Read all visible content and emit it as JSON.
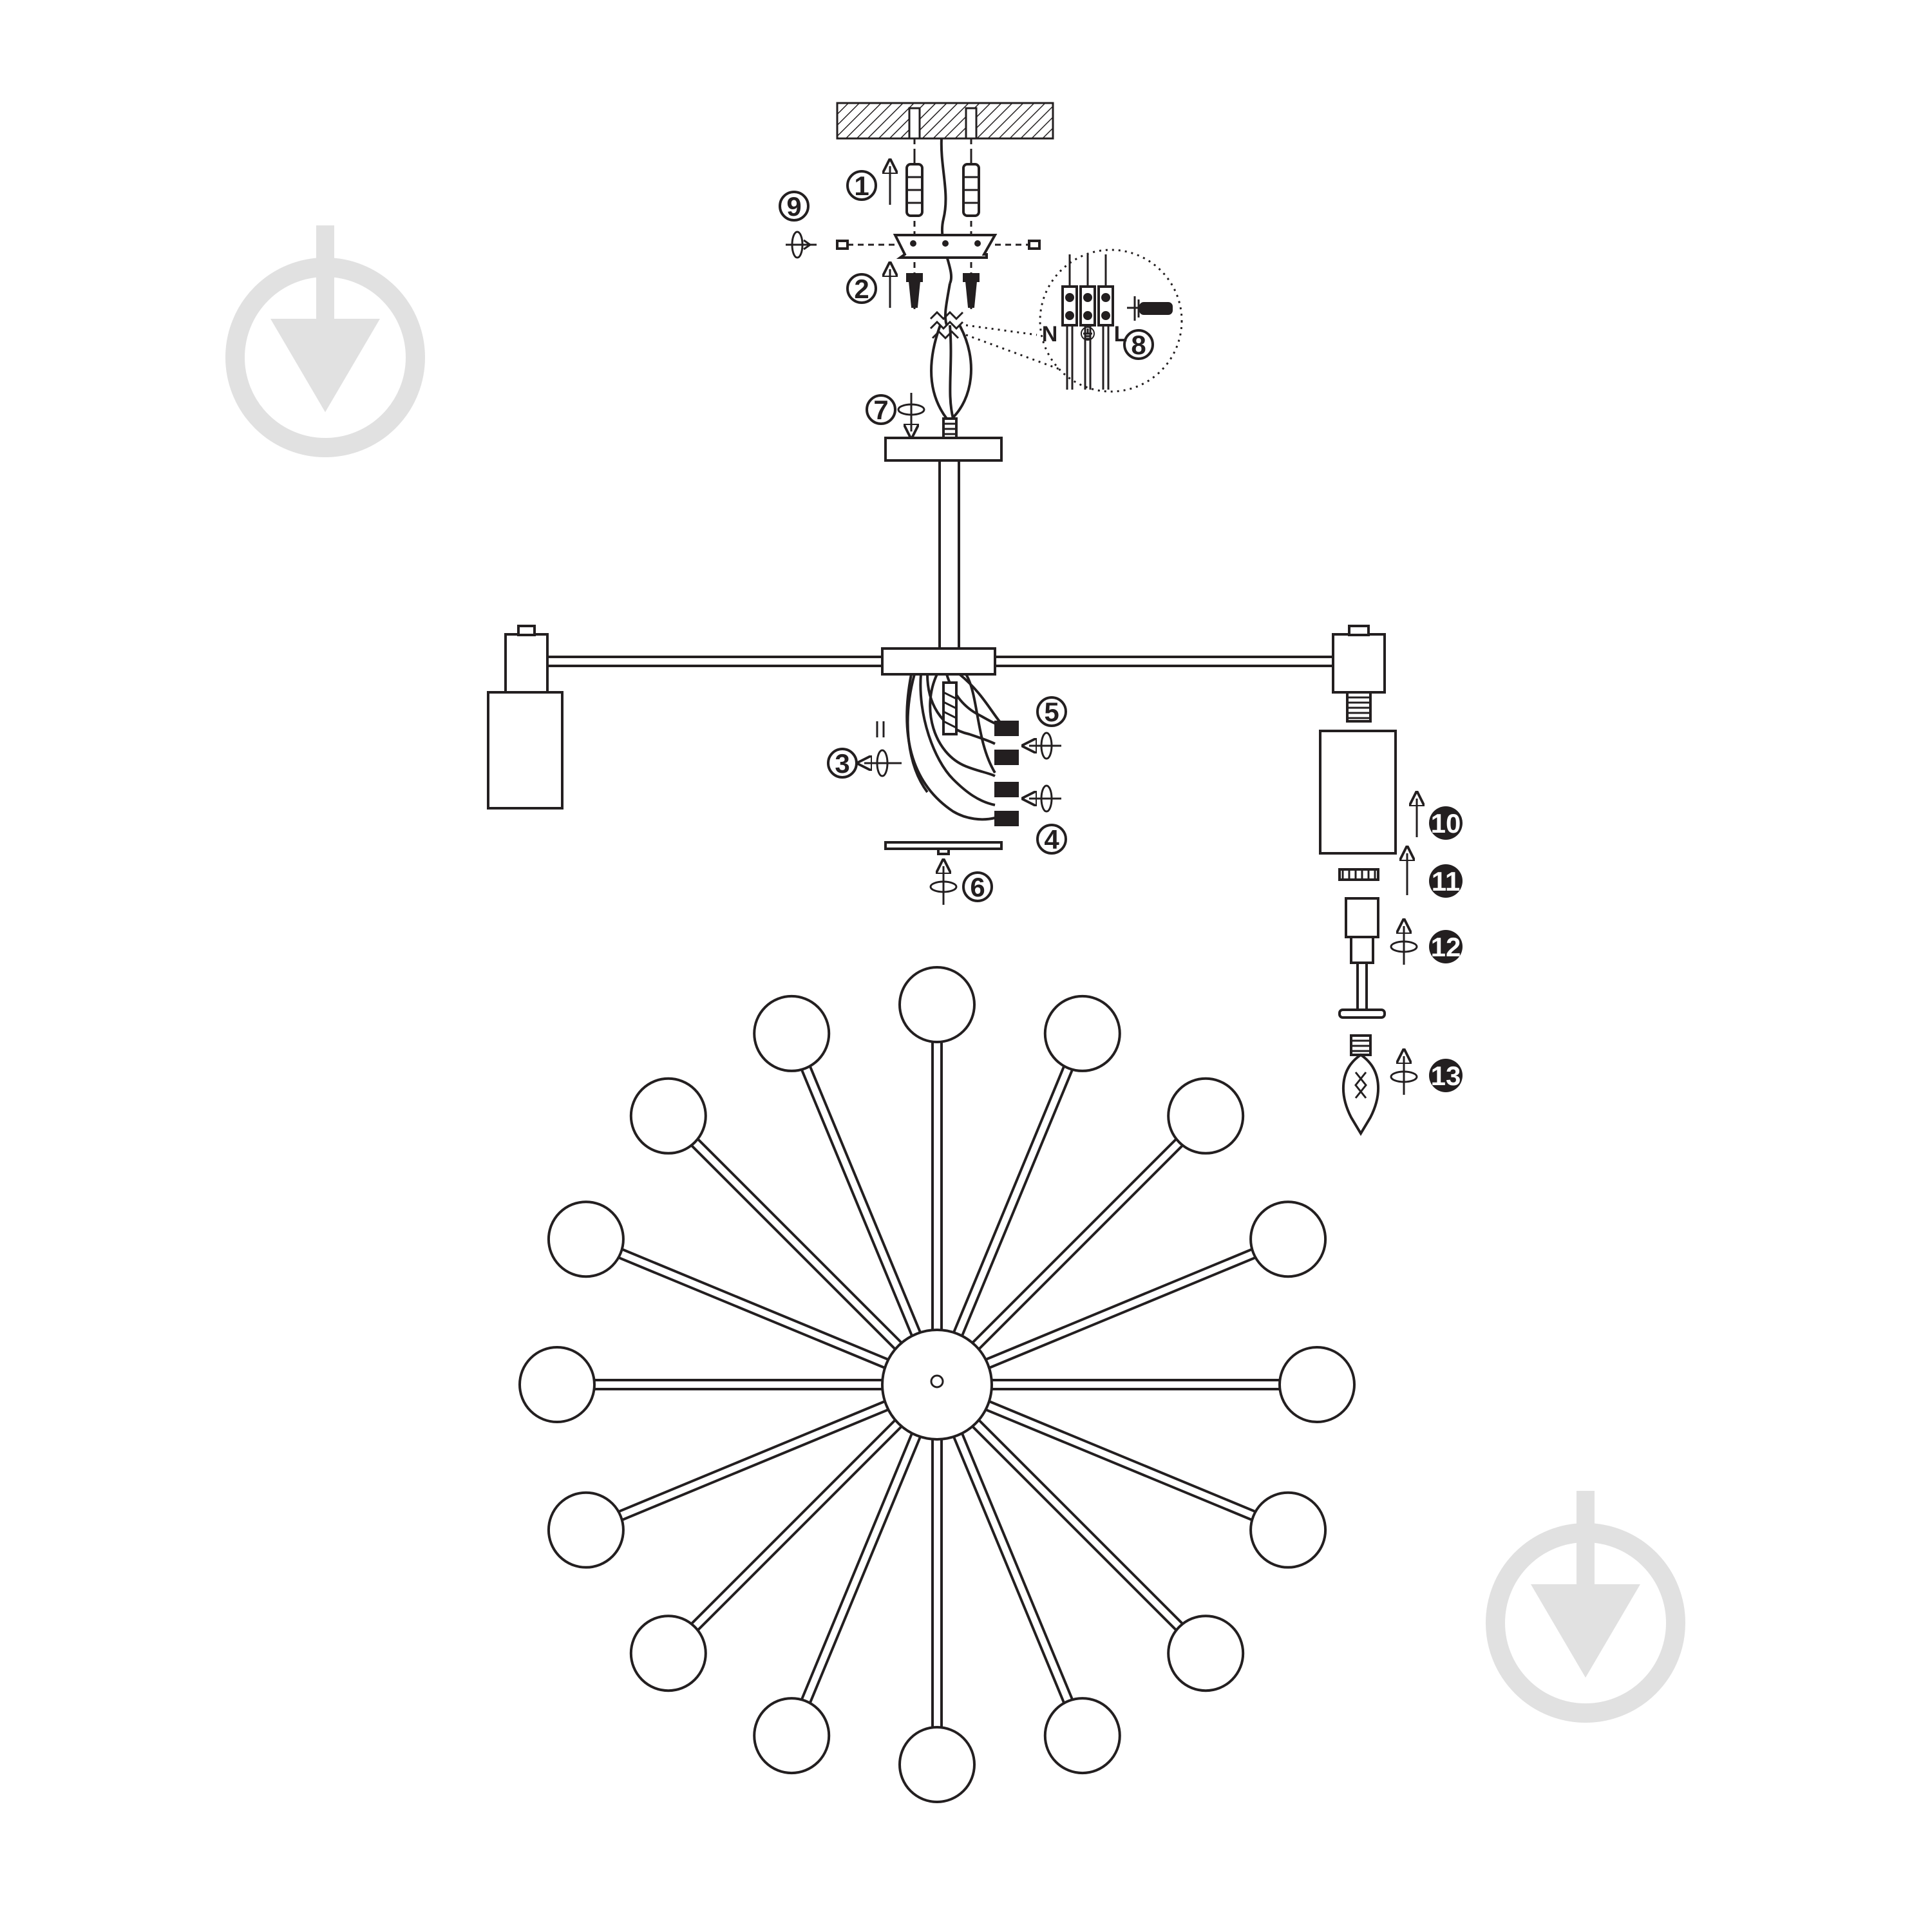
{
  "steps": [
    {
      "num": "1"
    },
    {
      "num": "2"
    },
    {
      "num": "3"
    },
    {
      "num": "4"
    },
    {
      "num": "5"
    },
    {
      "num": "6"
    },
    {
      "num": "7"
    },
    {
      "num": "8"
    },
    {
      "num": "9"
    },
    {
      "num": "10"
    },
    {
      "num": "11"
    },
    {
      "num": "12"
    },
    {
      "num": "13"
    }
  ],
  "terminal_labels": {
    "neutral": "N",
    "live": "L"
  },
  "watermark_icon": "download-arrow-icon",
  "colors": {
    "line": "#231f20",
    "watermark": "#e1e1e1",
    "background": "#ffffff"
  },
  "chandelier_top_view": {
    "arm_count": 16
  }
}
